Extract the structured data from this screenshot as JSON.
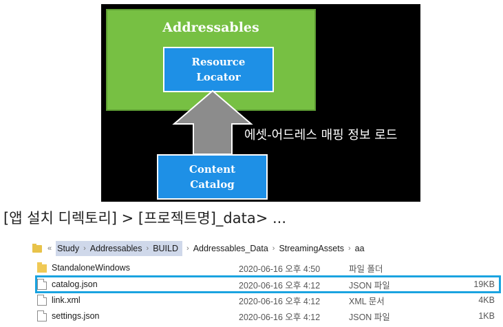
{
  "diagram": {
    "outer_title": "Addressables",
    "resource_locator": [
      "Resource",
      "Locator"
    ],
    "content_catalog": [
      "Content",
      "Catalog"
    ],
    "arrow_label": "에셋-어드레스 매핑 정보 로드",
    "colors": {
      "green": "#77c043",
      "blue": "#1e90e6",
      "arrow": "#8c8c8c",
      "background": "#000000"
    }
  },
  "path_heading": "[앱 설치 디렉토리] > [프로젝트명]_data> ...",
  "explorer": {
    "breadcrumb_prefix": "«",
    "breadcrumbs_highlighted": [
      "Study",
      "Addressables",
      "BUILD"
    ],
    "breadcrumbs_rest": [
      "Addressables_Data",
      "StreamingAssets",
      "aa"
    ],
    "files": [
      {
        "name": "StandaloneWindows",
        "date": "2020-06-16 오후 4:50",
        "type": "파일 폴더",
        "size": "",
        "icon": "folder-icon"
      },
      {
        "name": "catalog.json",
        "date": "2020-06-16 오후 4:12",
        "type": "JSON 파일",
        "size": "19KB",
        "icon": "file-icon",
        "selected": true
      },
      {
        "name": "link.xml",
        "date": "2020-06-16 오후 4:12",
        "type": "XML 문서",
        "size": "4KB",
        "icon": "file-icon"
      },
      {
        "name": "settings.json",
        "date": "2020-06-16 오후 4:12",
        "type": "JSON 파일",
        "size": "1KB",
        "icon": "file-icon"
      }
    ],
    "selection_color": "#1aa3e0"
  }
}
